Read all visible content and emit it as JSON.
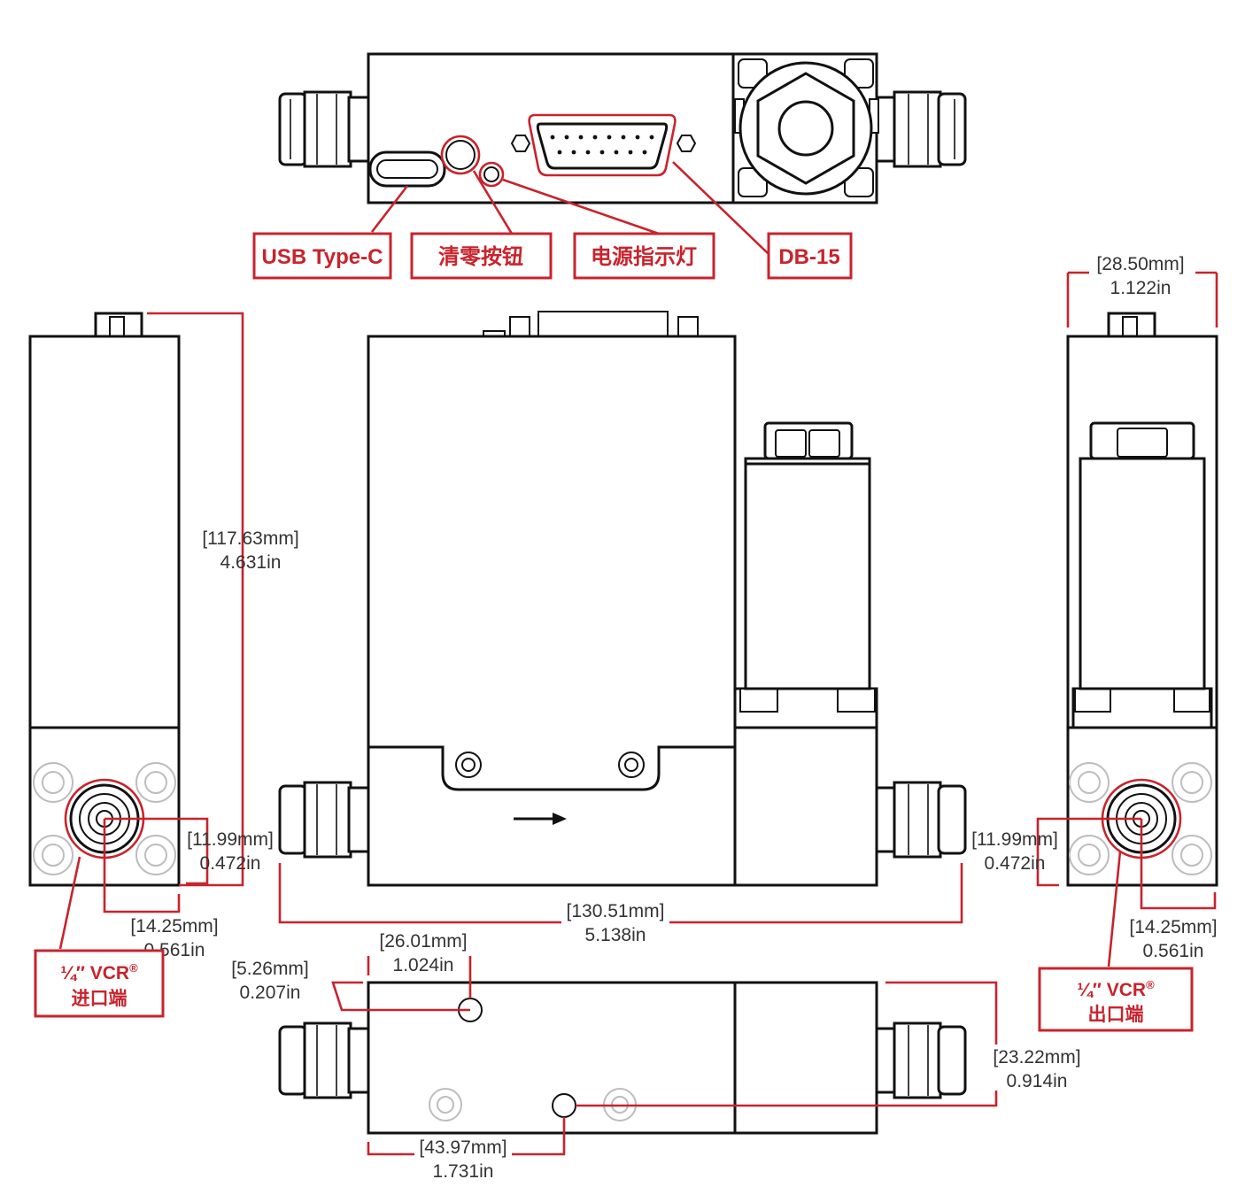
{
  "colors": {
    "accent_red": "#c8232c",
    "outline": "#111111",
    "dim_text": "#333333",
    "faint": "#bdbdbd"
  },
  "callouts": {
    "usb": "USB Type-C",
    "zero_button": "清零按钮",
    "power_led": "电源指示灯",
    "db15": "DB-15"
  },
  "ports": {
    "inlet": {
      "size": "¼″ VCR",
      "reg": "®",
      "name": "进口端"
    },
    "outlet": {
      "size": "¼″ VCR",
      "reg": "®",
      "name": "出口端"
    }
  },
  "dimensions": {
    "height": {
      "mm": "[117.63mm]",
      "in": "4.631in"
    },
    "width_side": {
      "mm": "[28.50mm]",
      "in": "1.122in"
    },
    "port_height_left": {
      "mm": "[11.99mm]",
      "in": "0.472in"
    },
    "port_height_right": {
      "mm": "[11.99mm]",
      "in": "0.472in"
    },
    "port_offset_left": {
      "mm": "[14.25mm]",
      "in": "0.561in"
    },
    "port_offset_right": {
      "mm": "[14.25mm]",
      "in": "0.561in"
    },
    "overall_length": {
      "mm": "[130.51mm]",
      "in": "5.138in"
    },
    "hole1_x": {
      "mm": "[26.01mm]",
      "in": "1.024in"
    },
    "hole1_y": {
      "mm": "[5.26mm]",
      "in": "0.207in"
    },
    "hole_spacing_y": {
      "mm": "[23.22mm]",
      "in": "0.914in"
    },
    "hole2_x": {
      "mm": "[43.97mm]",
      "in": "1.731in"
    }
  }
}
